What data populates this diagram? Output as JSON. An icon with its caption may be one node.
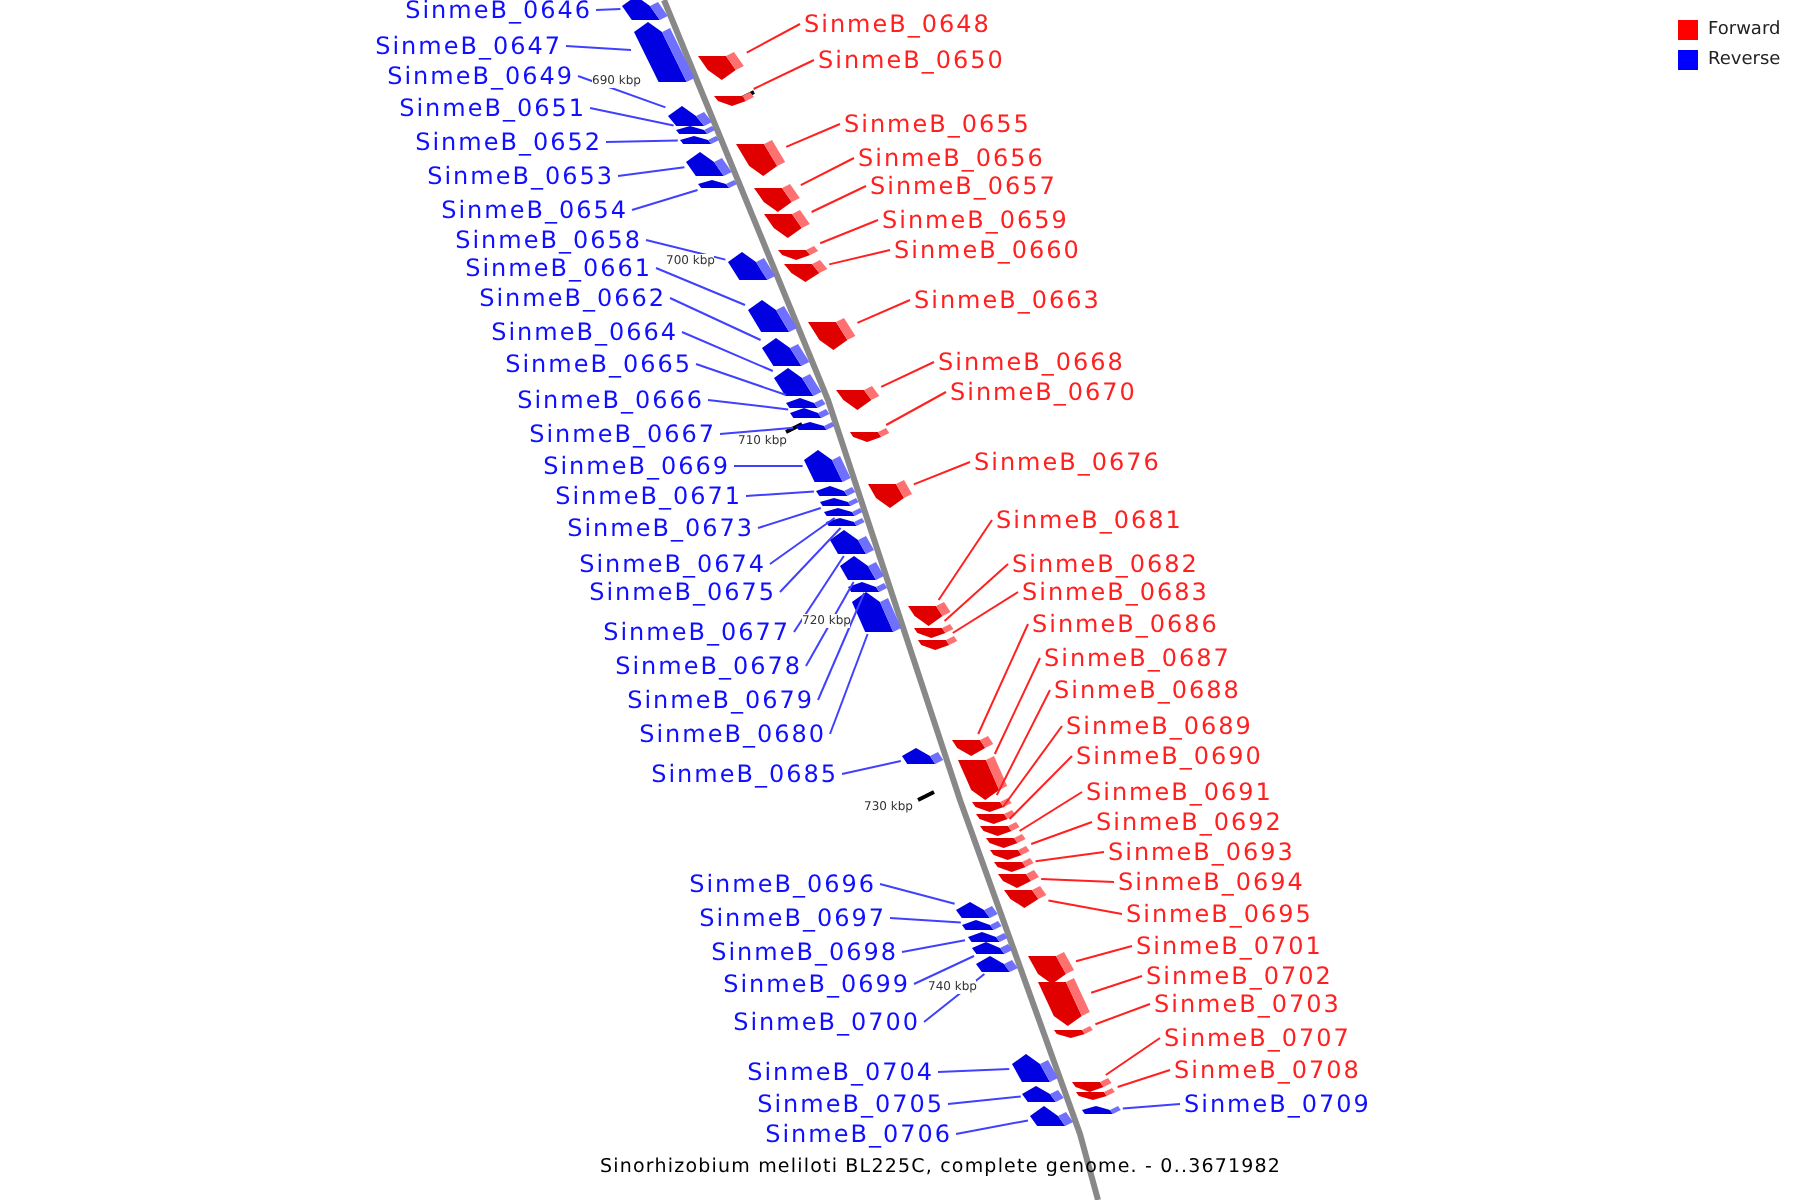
{
  "diagram": {
    "caption": "Sinorhizobium meliloti BL225C, complete genome. - 0..3671982",
    "nodes": [
      {
        "text": [
          "SinmeB_0646"
        ]
      },
      {
        "text": [
          "SinmeB_0648"
        ]
      },
      {
        "text": [
          "SinmeB_0647"
        ]
      },
      {
        "text": [
          "SinmeB_0650"
        ]
      },
      {
        "text": [
          "SinmeB_0649"
        ]
      },
      {
        "text": [
          "SinmeB_0651"
        ]
      },
      {
        "text": [
          "SinmeB_0655"
        ]
      },
      {
        "text": [
          "SinmeB_0652"
        ]
      },
      {
        "text": [
          "SinmeB_0656"
        ]
      },
      {
        "text": [
          "SinmeB_0653"
        ]
      },
      {
        "text": [
          "SinmeB_0657"
        ]
      },
      {
        "text": [
          "SinmeB_0654"
        ]
      },
      {
        "text": [
          "SinmeB_0659"
        ]
      },
      {
        "text": [
          "SinmeB_0658"
        ]
      },
      {
        "text": [
          "SinmeB_0660"
        ]
      },
      {
        "text": [
          "SinmeB_0661"
        ]
      },
      {
        "text": [
          "SinmeB_0662"
        ]
      },
      {
        "text": [
          "SinmeB_0663"
        ]
      },
      {
        "text": [
          "SinmeB_0664"
        ]
      },
      {
        "text": [
          "SinmeB_0668"
        ]
      },
      {
        "text": [
          "SinmeB_0665"
        ]
      },
      {
        "text": [
          "SinmeB_0670"
        ]
      },
      {
        "text": [
          "SinmeB_0666"
        ]
      },
      {
        "text": [
          "SinmeB_0667"
        ]
      },
      {
        "text": [
          "SinmeB_0676"
        ]
      },
      {
        "text": [
          "SinmeB_0669"
        ]
      },
      {
        "text": [
          "SinmeB_0671"
        ]
      },
      {
        "text": [
          "SinmeB_0681"
        ]
      },
      {
        "text": [
          "SinmeB_0673"
        ]
      },
      {
        "text": [
          "SinmeB_0674"
        ]
      },
      {
        "text": [
          "SinmeB_0682"
        ]
      },
      {
        "text": [
          "SinmeB_0675"
        ]
      },
      {
        "text": [
          "SinmeB_0683"
        ]
      },
      {
        "text": [
          "SinmeB_0686"
        ]
      },
      {
        "text": [
          "SinmeB_0677"
        ]
      },
      {
        "text": [
          "SinmeB_0687"
        ]
      },
      {
        "text": [
          "SinmeB_0678"
        ]
      },
      {
        "text": [
          "SinmeB_0688"
        ]
      },
      {
        "text": [
          "SinmeB_0679"
        ]
      },
      {
        "text": [
          "SinmeB_0689"
        ]
      },
      {
        "text": [
          "SinmeB_0680"
        ]
      },
      {
        "text": [
          "SinmeB_0690"
        ]
      },
      {
        "text": [
          "SinmeB_0685"
        ]
      },
      {
        "text": [
          "SinmeB_0691"
        ]
      },
      {
        "text": [
          "SinmeB_0692"
        ]
      },
      {
        "text": [
          "SinmeB_0693"
        ]
      },
      {
        "text": [
          "SinmeB_0694"
        ]
      },
      {
        "text": [
          "SinmeB_0696"
        ]
      },
      {
        "text": [
          "SinmeB_0695"
        ]
      },
      {
        "text": [
          "SinmeB_0697"
        ]
      },
      {
        "text": [
          "SinmeB_0701"
        ]
      },
      {
        "text": [
          "SinmeB_0698"
        ]
      },
      {
        "text": [
          "SinmeB_0702"
        ]
      },
      {
        "text": [
          "SinmeB_0699"
        ]
      },
      {
        "text": [
          "SinmeB_0703"
        ]
      },
      {
        "text": [
          "SinmeB_0700"
        ]
      },
      {
        "text": [
          "SinmeB_0707"
        ]
      },
      {
        "text": [
          "SinmeB_0708"
        ]
      },
      {
        "text": [
          "SinmeB_0704"
        ]
      },
      {
        "text": [
          "SinmeB_0705"
        ]
      },
      {
        "text": [
          "SinmeB_0709"
        ]
      },
      {
        "text": [
          "SinmeB_0706"
        ]
      },
      {
        "text": [],
        "shape": "bar"
      },
      {
        "text": [],
        "shape": "bar"
      },
      {
        "text": [],
        "shape": "bar"
      },
      {
        "text": [],
        "shape": "bar"
      },
      {
        "text": [],
        "shape": "bar"
      },
      {
        "text": [],
        "shape": "bar"
      },
      {
        "text": [],
        "shape": "bar"
      },
      {
        "text": [],
        "shape": "bar"
      },
      {
        "text": [],
        "shape": "bar"
      },
      {
        "text": [],
        "shape": "bar"
      },
      {
        "text": [],
        "shape": "bar"
      },
      {
        "text": [],
        "shape": "bar"
      },
      {
        "text": [],
        "shape": "bar"
      },
      {
        "text": [],
        "shape": "bar"
      },
      {
        "text": [],
        "shape": "bar"
      },
      {
        "text": [],
        "shape": "bar"
      },
      {
        "text": [],
        "shape": "bar"
      },
      {
        "text": [],
        "shape": "bar"
      },
      {
        "text": [],
        "shape": "bar"
      },
      {
        "text": [],
        "shape": "bar"
      },
      {
        "text": [],
        "shape": "bar"
      },
      {
        "text": [],
        "shape": "bar"
      },
      {
        "text": [],
        "shape": "bar"
      },
      {
        "text": [],
        "shape": "bar"
      },
      {
        "text": [],
        "shape": "bar"
      },
      {
        "text": [],
        "shape": "bar"
      },
      {
        "text": [],
        "shape": "bar"
      },
      {
        "text": [],
        "shape": "bar"
      },
      {
        "text": [],
        "shape": "bar"
      },
      {
        "text": [],
        "shape": "bar"
      },
      {
        "text": [],
        "shape": "bar"
      },
      {
        "text": [],
        "shape": "bar"
      },
      {
        "text": [],
        "shape": "bar"
      },
      {
        "text": [],
        "shape": "bar"
      },
      {
        "text": [],
        "shape": "bar"
      },
      {
        "text": [],
        "shape": "bar"
      },
      {
        "text": [],
        "shape": "bar"
      },
      {
        "text": [],
        "shape": "bar"
      },
      {
        "text": [],
        "shape": "bar"
      },
      {
        "text": [],
        "shape": "bar"
      },
      {
        "text": [],
        "shape": "bar"
      },
      {
        "text": [],
        "shape": "bar"
      },
      {
        "text": [],
        "shape": "bar"
      },
      {
        "text": [],
        "shape": "bar"
      },
      {
        "text": [],
        "shape": "bar"
      },
      {
        "text": [],
        "shape": "bar"
      },
      {
        "text": [],
        "shape": "bar"
      },
      {
        "text": [],
        "shape": "bar"
      },
      {
        "text": [],
        "shape": "bar"
      },
      {
        "text": [],
        "shape": "bar"
      },
      {
        "text": [],
        "shape": "bar"
      },
      {
        "text": [],
        "shape": "bar"
      },
      {
        "text": [],
        "shape": "bar"
      },
      {
        "text": [],
        "shape": "bar"
      },
      {
        "text": [],
        "shape": "bar"
      },
      {
        "text": [],
        "shape": "bar"
      },
      {
        "text": [],
        "shape": "bar"
      },
      {
        "text": [],
        "shape": "bar"
      },
      {
        "text": [],
        "shape": "bar"
      },
      {
        "text": [],
        "shape": "bar"
      },
      {
        "text": [],
        "shape": "bar"
      },
      {
        "text": [],
        "shape": "bar"
      }
    ],
    "edges": [
      {
        "from": 0,
        "to": 62,
        "arrow": "none",
        "color": "#4040ff"
      },
      {
        "from": 1,
        "to": 63,
        "arrow": "none",
        "color": "#ff2020"
      },
      {
        "from": 2,
        "to": 64,
        "arrow": "none",
        "color": "#4040ff"
      },
      {
        "from": 3,
        "to": 65,
        "arrow": "none",
        "color": "#ff2020"
      },
      {
        "from": 4,
        "to": 66,
        "arrow": "none",
        "color": "#4040ff"
      },
      {
        "from": 5,
        "to": 67,
        "arrow": "none",
        "color": "#4040ff"
      },
      {
        "from": 6,
        "to": 68,
        "arrow": "none",
        "color": "#ff2020"
      },
      {
        "from": 7,
        "to": 69,
        "arrow": "none",
        "color": "#4040ff"
      },
      {
        "from": 8,
        "to": 70,
        "arrow": "none",
        "color": "#ff2020"
      },
      {
        "from": 9,
        "to": 71,
        "arrow": "none",
        "color": "#4040ff"
      },
      {
        "from": 10,
        "to": 72,
        "arrow": "none",
        "color": "#ff2020"
      },
      {
        "from": 11,
        "to": 73,
        "arrow": "none",
        "color": "#4040ff"
      },
      {
        "from": 12,
        "to": 74,
        "arrow": "none",
        "color": "#ff2020"
      },
      {
        "from": 13,
        "to": 75,
        "arrow": "none",
        "color": "#4040ff"
      },
      {
        "from": 14,
        "to": 76,
        "arrow": "none",
        "color": "#ff2020"
      },
      {
        "from": 15,
        "to": 77,
        "arrow": "none",
        "color": "#4040ff"
      },
      {
        "from": 16,
        "to": 78,
        "arrow": "none",
        "color": "#4040ff"
      },
      {
        "from": 17,
        "to": 79,
        "arrow": "none",
        "color": "#ff2020"
      },
      {
        "from": 18,
        "to": 80,
        "arrow": "none",
        "color": "#4040ff"
      },
      {
        "from": 19,
        "to": 81,
        "arrow": "none",
        "color": "#ff2020"
      },
      {
        "from": 20,
        "to": 82,
        "arrow": "none",
        "color": "#4040ff"
      },
      {
        "from": 21,
        "to": 83,
        "arrow": "none",
        "color": "#ff2020"
      },
      {
        "from": 22,
        "to": 84,
        "arrow": "none",
        "color": "#4040ff"
      },
      {
        "from": 23,
        "to": 85,
        "arrow": "none",
        "color": "#4040ff"
      },
      {
        "from": 24,
        "to": 86,
        "arrow": "none",
        "color": "#ff2020"
      },
      {
        "from": 25,
        "to": 87,
        "arrow": "none",
        "color": "#4040ff"
      },
      {
        "from": 26,
        "to": 88,
        "arrow": "none",
        "color": "#4040ff"
      },
      {
        "from": 27,
        "to": 89,
        "arrow": "none",
        "color": "#ff2020"
      },
      {
        "from": 28,
        "to": 90,
        "arrow": "none",
        "color": "#4040ff"
      },
      {
        "from": 29,
        "to": 91,
        "arrow": "none",
        "color": "#4040ff"
      },
      {
        "from": 30,
        "to": 92,
        "arrow": "none",
        "color": "#ff2020"
      },
      {
        "from": 31,
        "to": 93,
        "arrow": "none",
        "color": "#4040ff"
      },
      {
        "from": 32,
        "to": 94,
        "arrow": "none",
        "color": "#ff2020"
      },
      {
        "from": 33,
        "to": 95,
        "arrow": "none",
        "color": "#ff2020"
      },
      {
        "from": 34,
        "to": 96,
        "arrow": "none",
        "color": "#4040ff"
      },
      {
        "from": 35,
        "to": 97,
        "arrow": "none",
        "color": "#ff2020"
      },
      {
        "from": 36,
        "to": 98,
        "arrow": "none",
        "color": "#4040ff"
      },
      {
        "from": 37,
        "to": 99,
        "arrow": "none",
        "color": "#ff2020"
      },
      {
        "from": 38,
        "to": 100,
        "arrow": "none",
        "color": "#4040ff"
      },
      {
        "from": 39,
        "to": 101,
        "arrow": "none",
        "color": "#ff2020"
      },
      {
        "from": 40,
        "to": 102,
        "arrow": "none",
        "color": "#4040ff"
      },
      {
        "from": 41,
        "to": 103,
        "arrow": "none",
        "color": "#ff2020"
      },
      {
        "from": 42,
        "to": 104,
        "arrow": "none",
        "color": "#4040ff"
      },
      {
        "from": 43,
        "to": 105,
        "arrow": "none",
        "color": "#ff2020"
      },
      {
        "from": 44,
        "to": 106,
        "arrow": "none",
        "color": "#ff2020"
      },
      {
        "from": 45,
        "to": 107,
        "arrow": "none",
        "color": "#ff2020"
      },
      {
        "from": 46,
        "to": 108,
        "arrow": "none",
        "color": "#ff2020"
      },
      {
        "from": 47,
        "to": 109,
        "arrow": "none",
        "color": "#4040ff"
      },
      {
        "from": 48,
        "to": 110,
        "arrow": "none",
        "color": "#ff2020"
      },
      {
        "from": 49,
        "to": 111,
        "arrow": "none",
        "color": "#4040ff"
      },
      {
        "from": 50,
        "to": 112,
        "arrow": "none",
        "color": "#ff2020"
      },
      {
        "from": 51,
        "to": 113,
        "arrow": "none",
        "color": "#4040ff"
      },
      {
        "from": 52,
        "to": 114,
        "arrow": "none",
        "color": "#ff2020"
      },
      {
        "from": 53,
        "to": 115,
        "arrow": "none",
        "color": "#4040ff"
      },
      {
        "from": 54,
        "to": 116,
        "arrow": "none",
        "color": "#ff2020"
      },
      {
        "from": 55,
        "to": 117,
        "arrow": "none",
        "color": "#4040ff"
      },
      {
        "from": 56,
        "to": 118,
        "arrow": "none",
        "color": "#ff2020"
      },
      {
        "from": 57,
        "to": 119,
        "arrow": "none",
        "color": "#ff2020"
      },
      {
        "from": 58,
        "to": 120,
        "arrow": "none",
        "color": "#4040ff"
      },
      {
        "from": 59,
        "to": 121,
        "arrow": "none",
        "color": "#4040ff"
      },
      {
        "from": 60,
        "to": 122,
        "arrow": "none",
        "color": "#4040ff"
      },
      {
        "from": 61,
        "to": 123,
        "arrow": "none",
        "color": "#4040ff"
      }
    ],
    "labels": [
      "690 kbp",
      "700 kbp",
      "710 kbp",
      "720 kbp",
      "730 kbp",
      "740 kbp"
    ],
    "legend": [
      {
        "text": "Forward",
        "color": "#ff0000"
      },
      {
        "text": "Reverse",
        "color": "#0000ff"
      }
    ]
  }
}
